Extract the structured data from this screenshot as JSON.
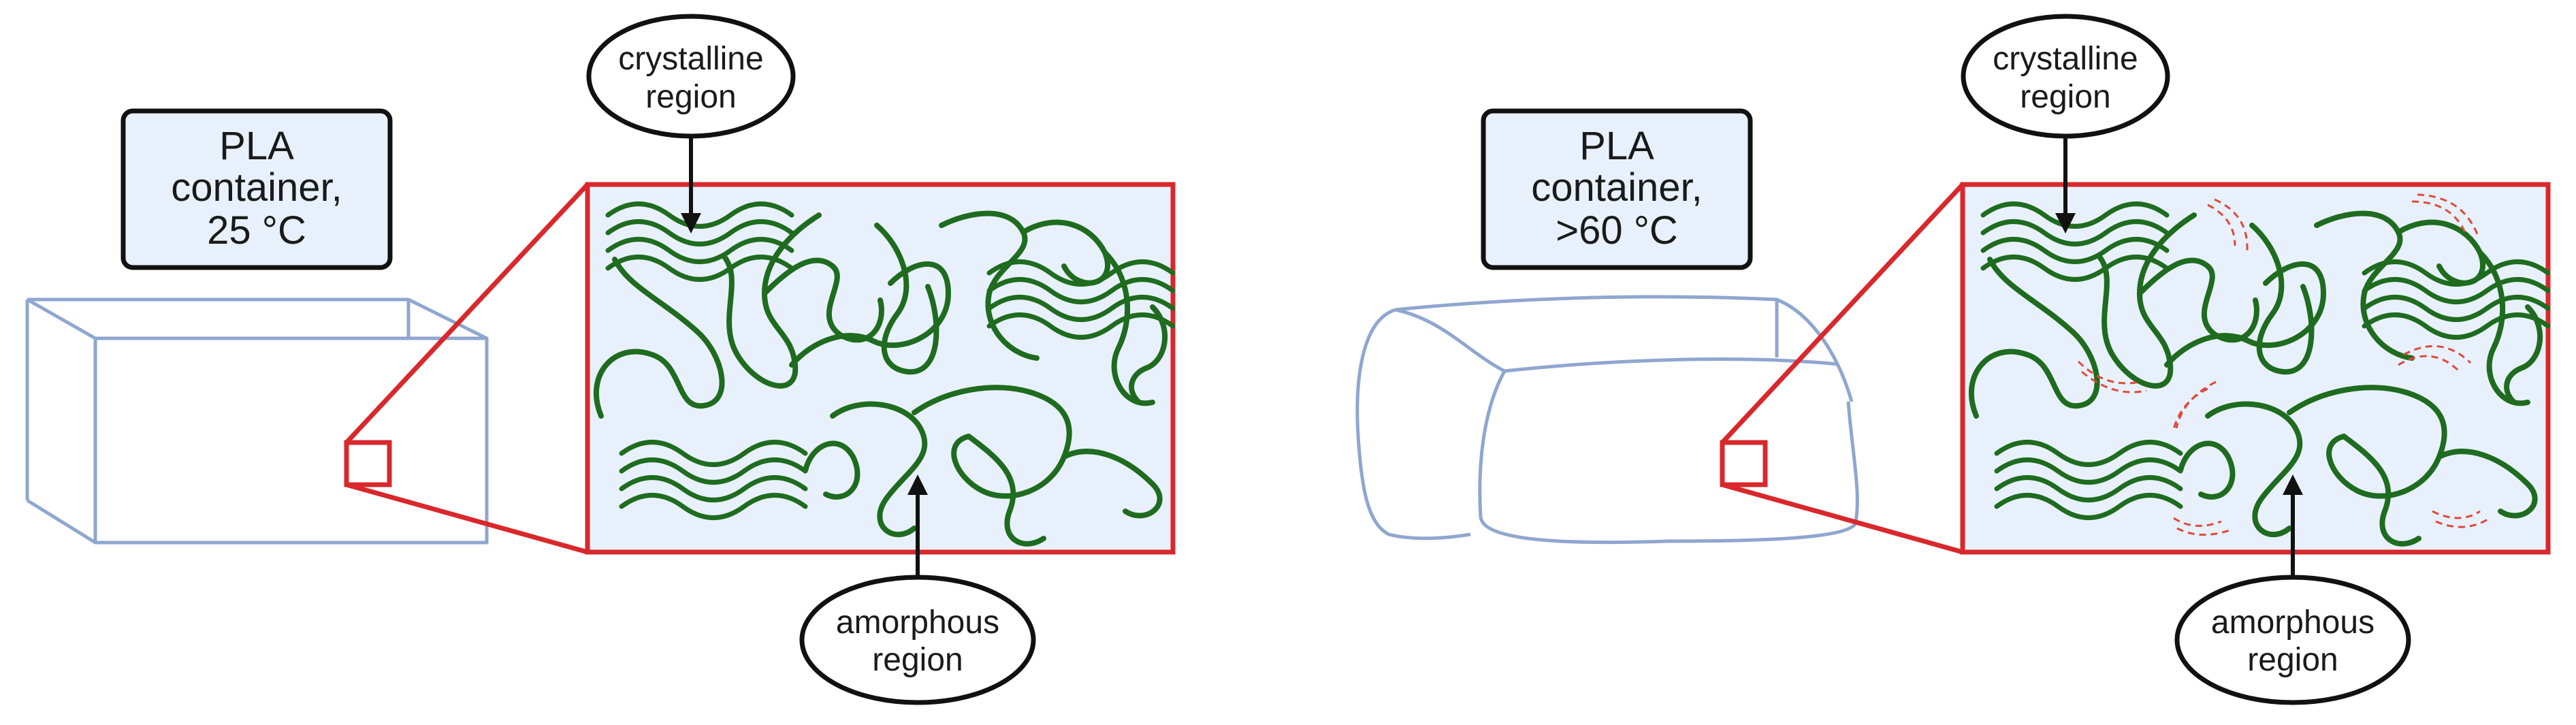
{
  "left_panel": {
    "title_lines": [
      "PLA",
      "container,",
      "25 °C"
    ],
    "top_label_lines": [
      "crystalline",
      "region"
    ],
    "bottom_label_lines": [
      "amorphous",
      "region"
    ]
  },
  "right_panel": {
    "title_lines": [
      "PLA",
      "container,",
      ">60 °C"
    ],
    "top_label_lines": [
      "crystalline",
      "region"
    ],
    "bottom_label_lines": [
      "amorphous",
      "region"
    ]
  },
  "colors": {
    "zoom_frame": "#d8282c",
    "zoom_fill": "#e8f1fb",
    "label_fill": "#e8f1fb",
    "container_outline": "#8fa6cf",
    "polymer_chain": "#1f6b1f",
    "thermal_motion": "#e0473c"
  }
}
